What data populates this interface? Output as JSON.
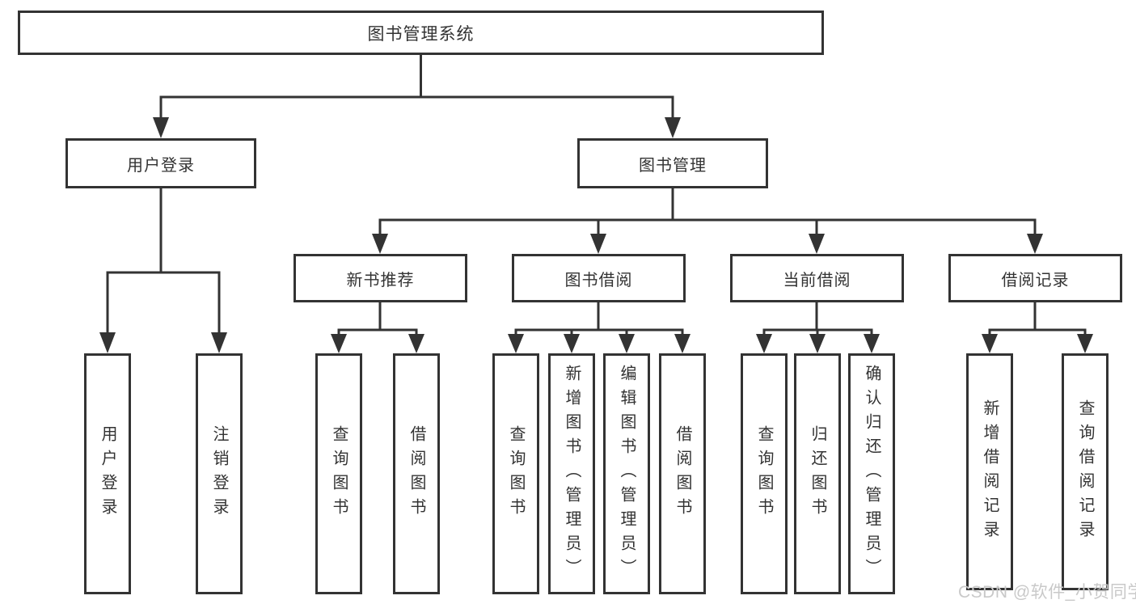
{
  "diagram": {
    "root": "图书管理系统",
    "branches": [
      {
        "label": "用户登录",
        "children": [
          {
            "label": "用户登录"
          },
          {
            "label": "注销登录"
          }
        ]
      },
      {
        "label": "图书管理",
        "sections": [
          {
            "label": "新书推荐",
            "children": [
              {
                "label": "查询图书"
              },
              {
                "label": "借阅图书"
              }
            ]
          },
          {
            "label": "图书借阅",
            "children": [
              {
                "label": "查询图书"
              },
              {
                "label": "新增图书（管理员）"
              },
              {
                "label": "编辑图书（管理员）"
              },
              {
                "label": "借阅图书"
              }
            ]
          },
          {
            "label": "当前借阅",
            "children": [
              {
                "label": "查询图书"
              },
              {
                "label": "归还图书"
              },
              {
                "label": "确认归还（管理员）"
              }
            ]
          },
          {
            "label": "借阅记录",
            "children": [
              {
                "label": "新增借阅记录"
              },
              {
                "label": "查询借阅记录"
              }
            ]
          }
        ]
      }
    ]
  },
  "watermark": {
    "text": "CSDN @软件_小贺同学"
  },
  "colors": {
    "line": "#333333",
    "text": "#333333",
    "background": "#ffffff",
    "watermark": "#c9c9c9"
  }
}
